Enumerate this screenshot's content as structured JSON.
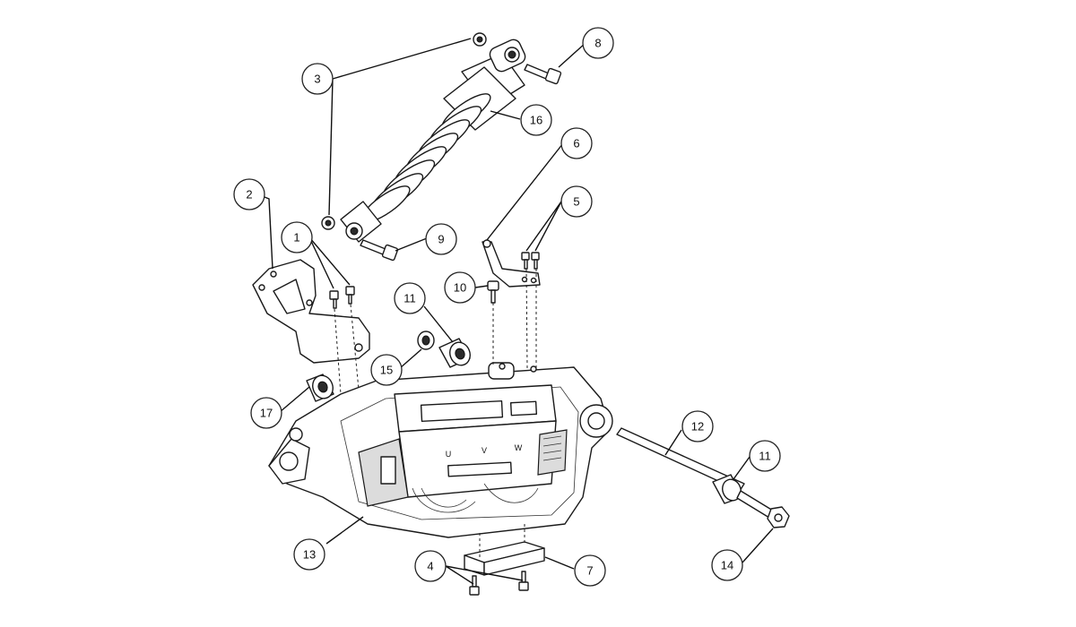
{
  "callouts": [
    {
      "id": "c1",
      "label": "1"
    },
    {
      "id": "c2",
      "label": "2"
    },
    {
      "id": "c3",
      "label": "3"
    },
    {
      "id": "c4",
      "label": "4"
    },
    {
      "id": "c5",
      "label": "5"
    },
    {
      "id": "c6",
      "label": "6"
    },
    {
      "id": "c7",
      "label": "7"
    },
    {
      "id": "c8",
      "label": "8"
    },
    {
      "id": "c9",
      "label": "9"
    },
    {
      "id": "c10",
      "label": "10"
    },
    {
      "id": "c11a",
      "label": "11"
    },
    {
      "id": "c11b",
      "label": "11"
    },
    {
      "id": "c12",
      "label": "12"
    },
    {
      "id": "c13",
      "label": "13"
    },
    {
      "id": "c14",
      "label": "14"
    },
    {
      "id": "c15",
      "label": "15"
    },
    {
      "id": "c16",
      "label": "16"
    },
    {
      "id": "c17",
      "label": "17"
    }
  ],
  "housing_labels": {
    "phase_u": "U",
    "phase_v": "V",
    "phase_w": "W"
  }
}
